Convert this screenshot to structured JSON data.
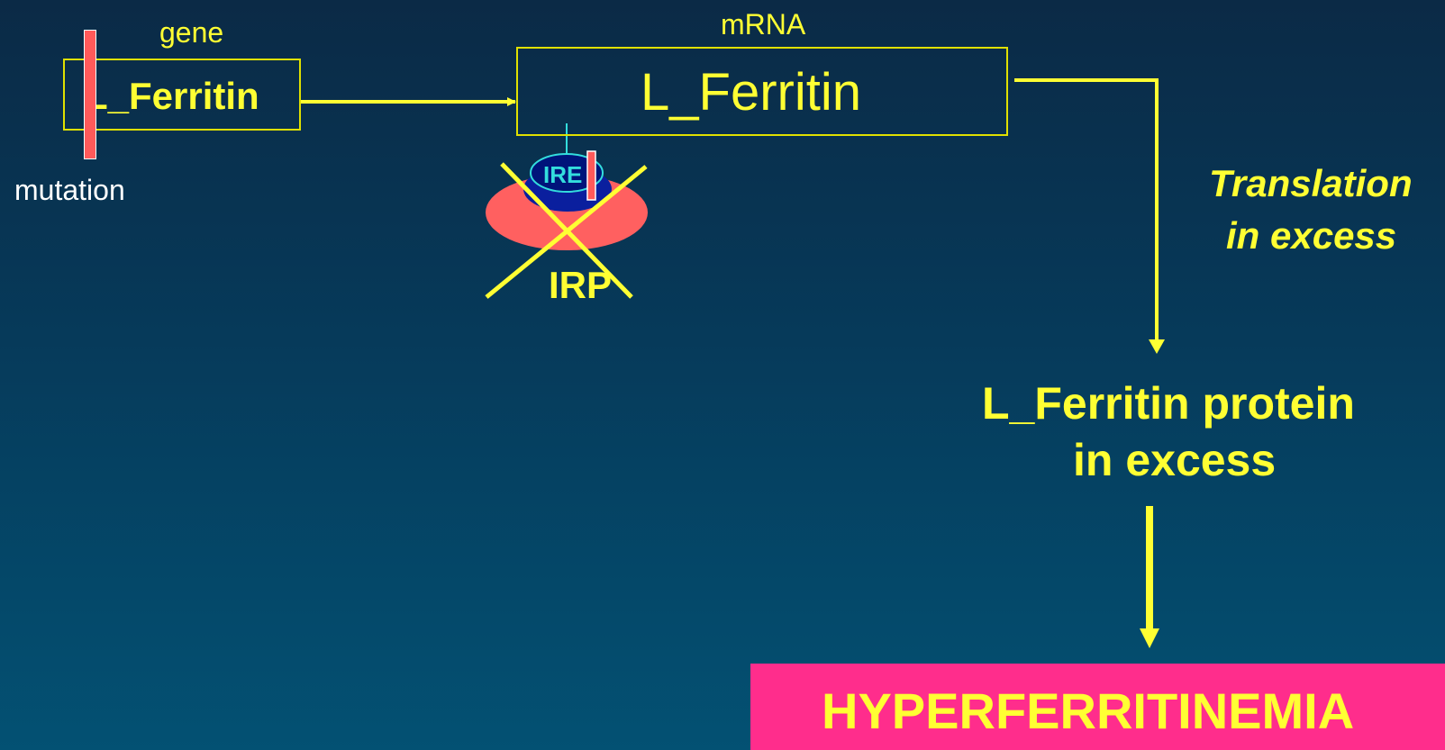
{
  "diagram": {
    "gene_label": "gene",
    "gene_box_text": "L_Ferritin",
    "mutation_label": "mutation",
    "mrna_label": "mRNA",
    "mrna_box_text": "L_Ferritin",
    "ire_label": "IRE",
    "irp_label": "IRP",
    "translation_line1": "Translation",
    "translation_line2": "in excess",
    "protein_line1": "L_Ferritin protein",
    "protein_line2": "in excess",
    "result_text": "HYPERFERRITINEMIA"
  },
  "colors": {
    "background_top": "#0b2a46",
    "background_bottom": "#035173",
    "accent_yellow": "#ffff33",
    "mutation_red": "#ff5a5a",
    "irp_red": "#ff6060",
    "ire_blue": "#0a1f9e",
    "ire_outline": "#33dddd",
    "result_pink": "#ff2d8c"
  }
}
